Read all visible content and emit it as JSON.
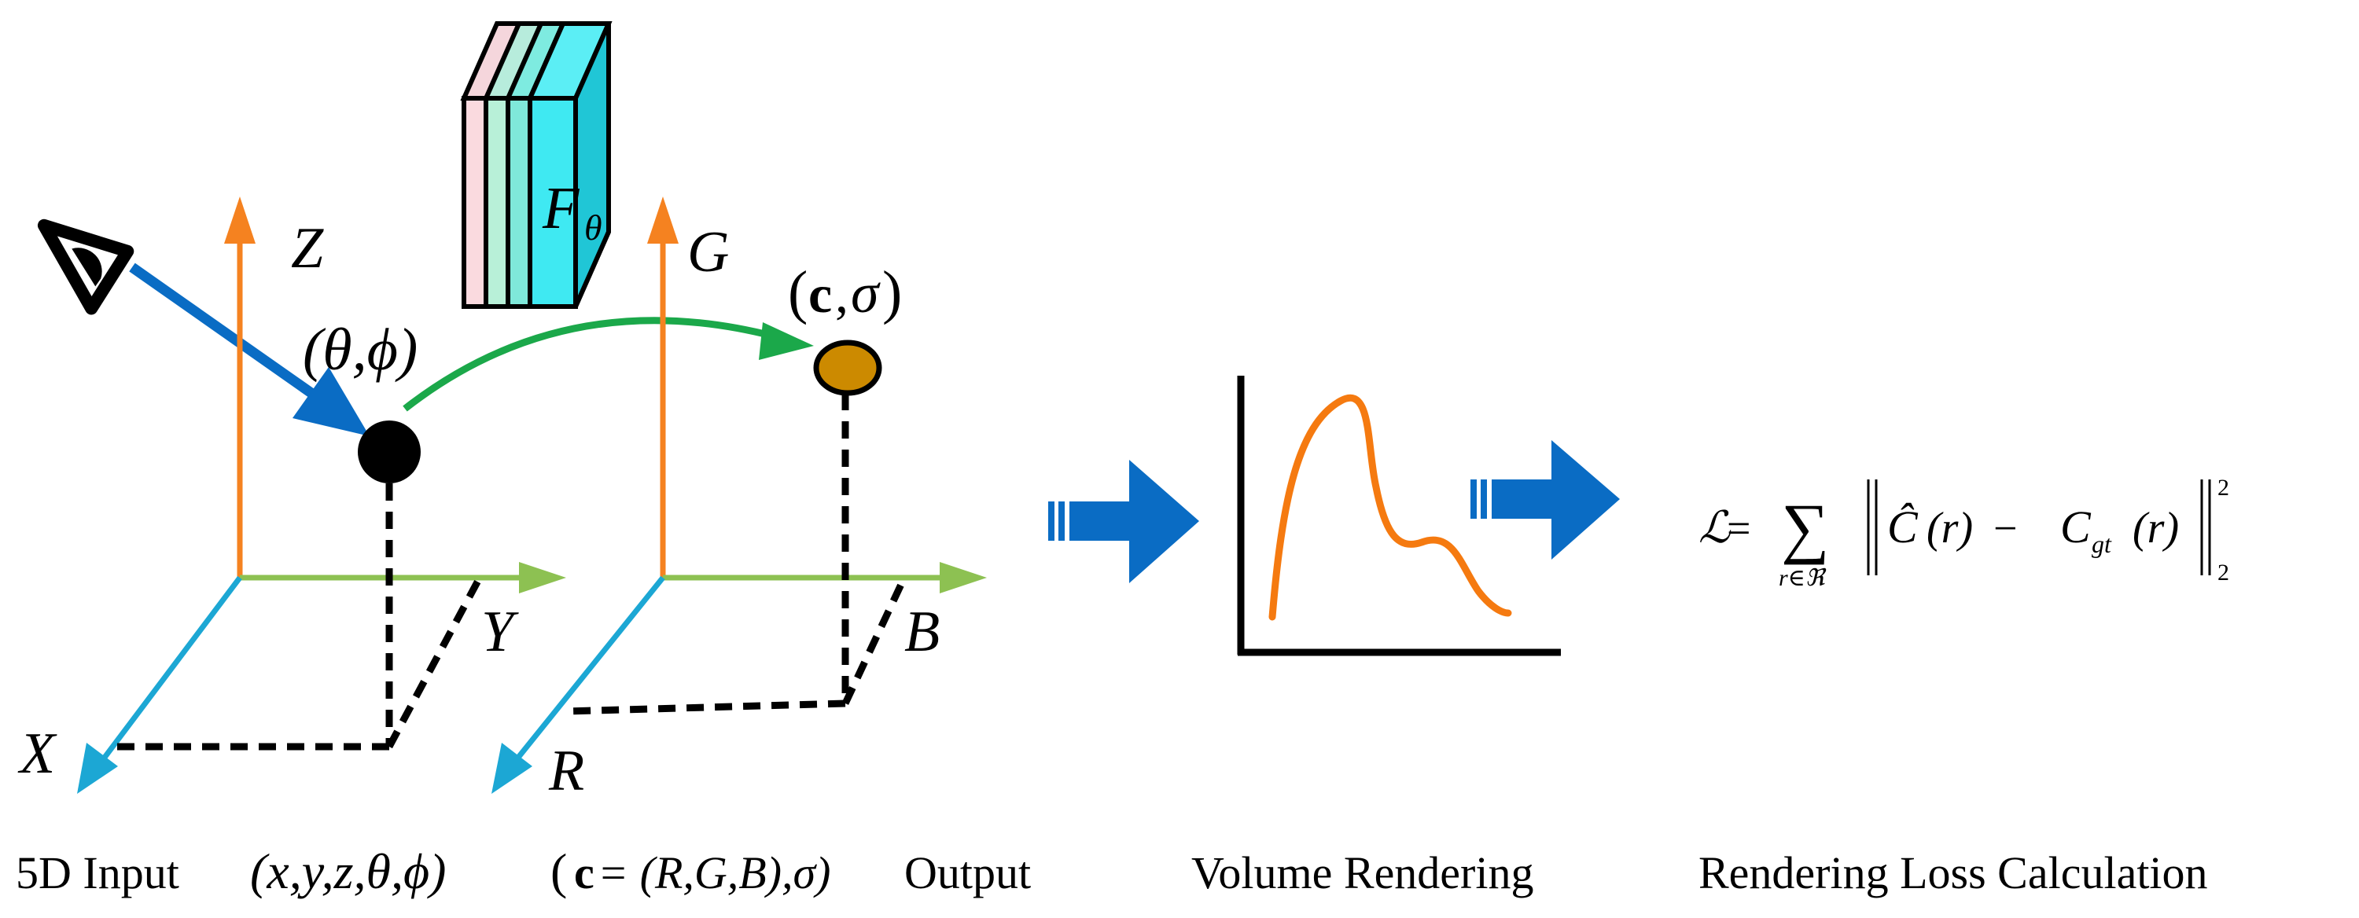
{
  "labels": {
    "axis1": {
      "z": "Z",
      "y": "Y",
      "x": "X"
    },
    "axis2": {
      "g": "G",
      "b": "B",
      "r": "R"
    },
    "network": {
      "f": "F",
      "sub": "θ"
    },
    "input_point": "(θ,ϕ)",
    "output_point_c": "c",
    "output_point_sigma": "σ",
    "captions": {
      "input_prefix": "5D Input",
      "input_math": "(x,y,z,θ,ϕ)",
      "output_math_c": "c",
      "output_math_rest": " = (R,G,B),σ)",
      "output_suffix": " Output",
      "volume_rendering": "Volume Rendering",
      "loss_calculation": "Rendering Loss Calculation"
    },
    "formula": {
      "lhs": "ℒ",
      "eq": " = ",
      "sum": "∑",
      "sum_sub": "r∈ℜ",
      "chat": "Ĉ",
      "r1": "(r)",
      "minus": " − ",
      "cgt": "C",
      "gt": "gt",
      "r2": "(r)",
      "sup": "2",
      "sub": "2"
    }
  },
  "colors": {
    "orange_axis": "#F58220",
    "green_axis": "#8DC152",
    "cyan_axis": "#1CA7D4",
    "blue_arrow": "#0A6CC4",
    "green_arc": "#1BA84A",
    "output_point": "#CC8A00",
    "curve": "#F57A10",
    "network_face": "#3FE9F2",
    "black": "#000000"
  },
  "icons": {
    "eye": "eye-icon",
    "network": "network-block-icon",
    "plot": "volume-rendering-plot-icon"
  }
}
